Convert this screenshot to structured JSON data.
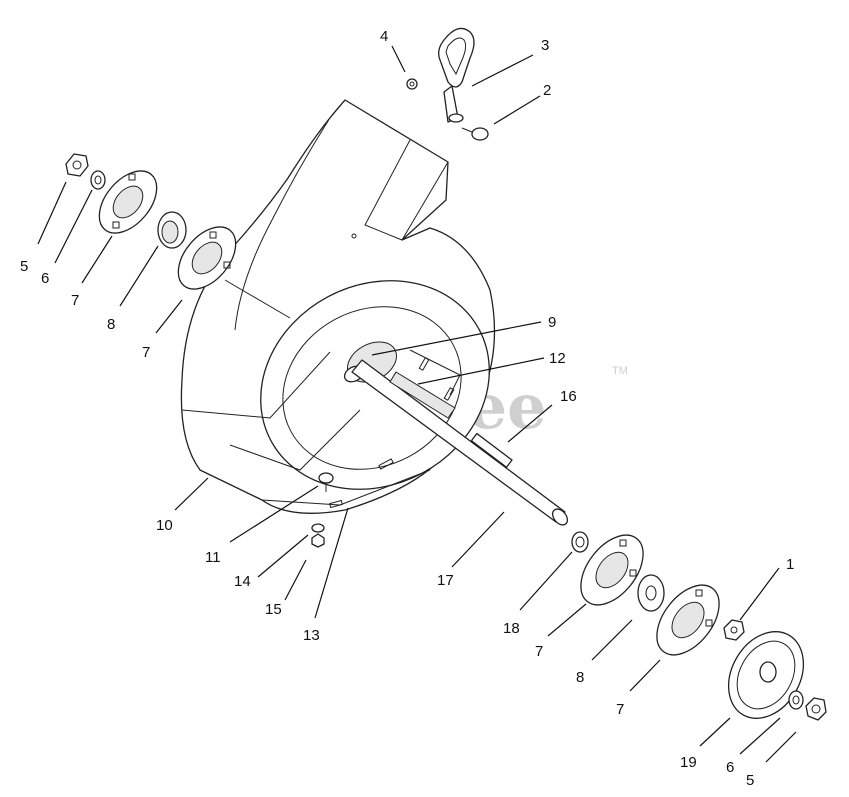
{
  "watermark": {
    "text": "PartsTree",
    "trademark": "TM"
  },
  "callouts": {
    "c1": "1",
    "c2": "2",
    "c3": "3",
    "c4": "4",
    "c5a": "5",
    "c6a": "6",
    "c7a": "7",
    "c8a": "8",
    "c7b": "7",
    "c9": "9",
    "c12": "12",
    "c16": "16",
    "c10": "10",
    "c11": "11",
    "c14": "14",
    "c15": "15",
    "c13": "13",
    "c17": "17",
    "c18": "18",
    "c7c": "7",
    "c8b": "8",
    "c7d": "7",
    "c19": "19",
    "c6b": "6",
    "c5b": "5"
  }
}
